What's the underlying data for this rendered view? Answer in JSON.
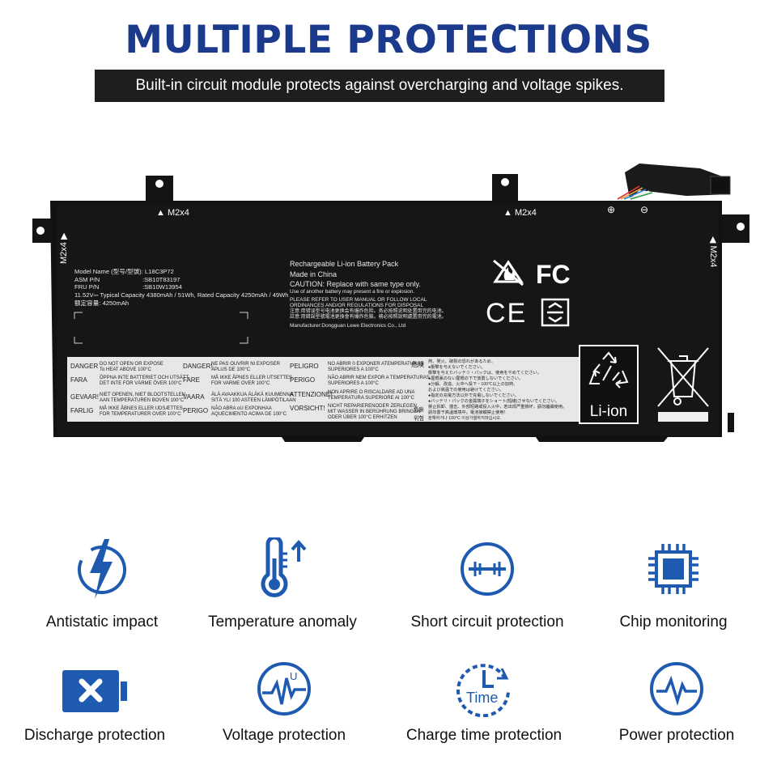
{
  "header": {
    "title": "MULTIPLE PROTECTIONS",
    "subtitle": "Built-in circuit module protects against overcharging and voltage spikes."
  },
  "colors": {
    "title_blue": "#1c3a8c",
    "icon_blue": "#1e5bb0",
    "subtitle_bg": "#1e1e1e",
    "battery_body": "#111111"
  },
  "battery": {
    "screw_label": "M2x4",
    "polarity": [
      "⊕",
      "⊖"
    ],
    "spec_lines": [
      "Model Name (型号/型號): L18C3P72",
      "ASM P/N",
      "FRU P/N",
      "11.52V⎓ Typical Capacity 4380mAh / 51Wh, Rated Capacity 4250mAh / 49Wh",
      "额定容量: 4250mAh"
    ],
    "asm_value": ":SB10T83197",
    "fru_value": ":SB10W13954",
    "center_lines": [
      "Rechargeable Li-ion Battery Pack",
      "Made in China",
      "CAUTION: Replace with same type only.",
      "Use of another battery may present a fire or explosion.",
      "PLEASE REFER TO USER MANUAL OR FOLLOW LOCAL",
      "ORDINANCES AND/OR REGULATIONS FOR DISPOSAL",
      "注意:用错误型号电池更换会有爆炸危险。务必按照说明处置用完的电池。",
      "註意:用錯誤型號電池更換會有爆炸危險。務必按照說明處置用完的電池。",
      "Manufacturer:Dongguan Lewe Electronics Co., Ltd"
    ],
    "warnings_col1": [
      {
        "head": "DANGER",
        "text": "DO NOT OPEN OR EXPOSE\nTo HEAT ABOVE 100°C"
      },
      {
        "head": "FARA",
        "text": "ÖPPNA INTE BATTERIET OCH UTSÄTT\nDET INTE FÖR VÄRME ÖVER 100°C"
      },
      {
        "head": "GEVAAR!",
        "text": "NIET OPENEN, NIET BLOOTSTELLEN\nAAN TEMPERATUREN BOVEN 100°C"
      },
      {
        "head": "FARLIG",
        "text": "MÅ IKKE ÅBNES ELLER UDSÆTTES\nFOR TEMPERATURER OVER 100°C"
      }
    ],
    "warnings_col2": [
      {
        "head": "DANGER!",
        "text": "NE PAS OUVRIR NI EXPOSER\nÀPLUS DE 100°C"
      },
      {
        "head": "FARE",
        "text": "MÅ IKKE ÅPNES ELLER UTSETTES\nFOR VARME OVER 100°C"
      },
      {
        "head": "VAARA",
        "text": "ÄLÄ AVAAKKUA ÄLÄKÄ KUUMENNA\nSITÄ YLI 100 ASTEEN LÄMPÖTILAAN"
      },
      {
        "head": "PERIGO",
        "text": "NÃO ABRA oU EXPONHAA\nAQUECIMENTO ACIMA DE 100°C"
      }
    ],
    "warnings_col3": [
      {
        "head": "PELIGRO",
        "text": "NO ABRIR 0 EXPONER ATEMPERATURAS\nSUPERIORES A 100°C"
      },
      {
        "head": "PERIGO",
        "text": "NÃO ABRIR NEM EXPOR A TEMPERATURAS\nSUPERIORES A 100°C"
      },
      {
        "head": "ATTENZIONE!",
        "text": "NON APRIRE O RISCALDARE AD UNA\nTEMPERATURA SUPERIORE AI 100°C"
      },
      {
        "head": "VORSICHT!",
        "text": "NICHT REPARIERENODER ZERLEGEN,\nMIT WASSER IN BERÜHRUNG BRINGEN\nODER ÜBER 100°C ERHITZEN"
      }
    ],
    "warnings_col4_heads": [
      "危険",
      "危險",
      "위험"
    ],
    "warnings_col4_lines": [
      "熱、発火、破裂の恐れがあるため、",
      "●衝撃を与えないでください。",
      "   衝撃を与えたバッテリ・パックは、使用をやめてください。",
      "●屋根裏のない屋根の下で放置しないでください。",
      "●分解、改造、火中へ投下・100℃以上の加熱、",
      "   および高温での使用は避けてください。",
      "●指定の充電方法以外で充電しないでください。",
      "●バッテリ・パックの金属端子をショート(短絡)させないでください。",
      "禁止拆卸、撞击、外部短路或投入火中，若出现严重損坏，請勿繼續使用。",
      "請勿置于高溫環境中。電池接觸禁止使用！",
      "분해하거나 100°C 이상가열하지마십시오."
    ],
    "recycle_label": "Li-ion"
  },
  "features": [
    {
      "label": "Antistatic impact",
      "icon": "lightning-shield-icon"
    },
    {
      "label": "Temperature anomaly",
      "icon": "thermometer-icon"
    },
    {
      "label": "Short circuit protection",
      "icon": "circuit-icon"
    },
    {
      "label": "Chip monitoring",
      "icon": "chip-icon"
    },
    {
      "label": "Discharge protection",
      "icon": "battery-x-icon"
    },
    {
      "label": "Voltage protection",
      "icon": "voltage-wave-icon"
    },
    {
      "label": "Charge time protection",
      "icon": "clock-time-icon"
    },
    {
      "label": "Power protection",
      "icon": "power-pulse-icon"
    }
  ],
  "clock_icon_text": "Time",
  "voltage_icon_letter": "U"
}
